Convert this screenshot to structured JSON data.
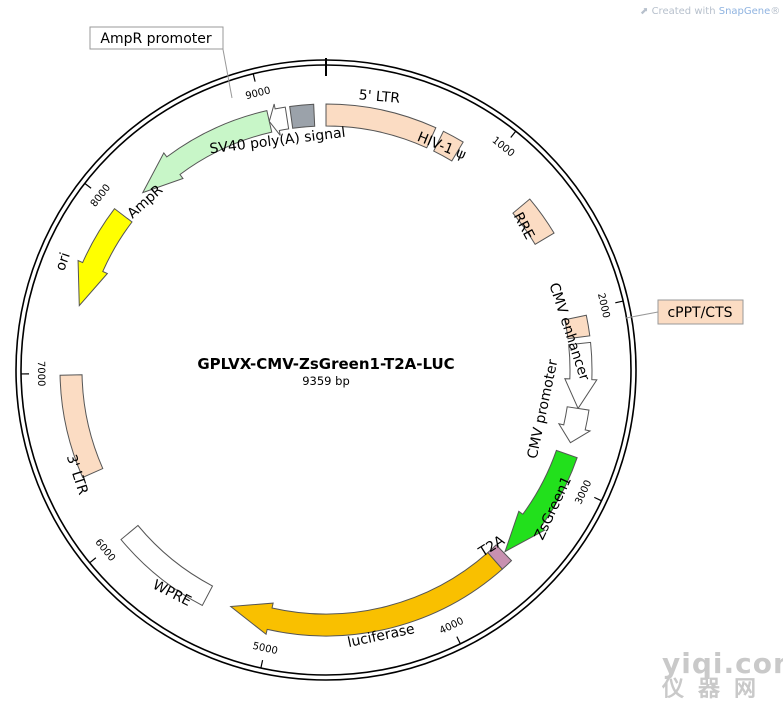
{
  "header": {
    "watermark_prefix": "Created with ",
    "watermark_brand": "SnapGene",
    "watermark_mark": "®"
  },
  "plasmid": {
    "name": "GPLVX-CMV-ZsGreen1-T2A-LUC",
    "size_label": "9359 bp",
    "total_bp": 9359
  },
  "ticks": [
    {
      "bp": 1000,
      "label": "1000"
    },
    {
      "bp": 2000,
      "label": "2000"
    },
    {
      "bp": 3000,
      "label": "3000"
    },
    {
      "bp": 4000,
      "label": "4000"
    },
    {
      "bp": 5000,
      "label": "5000"
    },
    {
      "bp": 6000,
      "label": "6000"
    },
    {
      "bp": 7000,
      "label": "7000"
    },
    {
      "bp": 8000,
      "label": "8000"
    },
    {
      "bp": 9000,
      "label": "9000"
    }
  ],
  "features": [
    {
      "id": "ltr5",
      "label": "5' LTR",
      "start": 0,
      "end": 634,
      "direction": "none",
      "color": "#fbdcc3"
    },
    {
      "id": "hiv1psi",
      "label": "HIV-1 ψ",
      "start": 681,
      "end": 807,
      "direction": "none",
      "color": "#fbdcc3"
    },
    {
      "id": "rre",
      "label": "RRE",
      "start": 1300,
      "end": 1534,
      "direction": "none",
      "color": "#fbdcc3"
    },
    {
      "id": "cppt",
      "label": "cPPT/CTS",
      "start": 2031,
      "end": 2148,
      "direction": "none",
      "color": "#fbdcc3"
    },
    {
      "id": "cmv_enh",
      "label": "CMV enhancer",
      "start": 2185,
      "end": 2565,
      "direction": "cw",
      "color": "#ffffff"
    },
    {
      "id": "cmv_prom",
      "label": "CMV promoter",
      "start": 2565,
      "end": 2770,
      "direction": "cw",
      "color": "#ffffff"
    },
    {
      "id": "zsgreen1",
      "label": "ZsGreen1",
      "start": 2840,
      "end": 3520,
      "direction": "cw",
      "color": "#22e01c"
    },
    {
      "id": "t2a",
      "label": "T2A",
      "start": 3530,
      "end": 3600,
      "direction": "none",
      "color": "#c890b0"
    },
    {
      "id": "luciferase",
      "label": "luciferase",
      "start": 3600,
      "end": 5250,
      "direction": "cw",
      "color": "#f9c000"
    },
    {
      "id": "wpre",
      "label": "WPRE",
      "start": 5400,
      "end": 5990,
      "direction": "none",
      "color": "#ffffff"
    },
    {
      "id": "ltr3",
      "label": "3' LTR",
      "start": 6400,
      "end": 6990,
      "direction": "none",
      "color": "#fbdcc3"
    },
    {
      "id": "ori",
      "label": "ori",
      "start": 7400,
      "end": 7990,
      "direction": "ccw",
      "color": "#ffff00"
    },
    {
      "id": "ampr",
      "label": "AmpR",
      "start": 8165,
      "end": 9025,
      "direction": "ccw",
      "color": "#c8f6c8"
    },
    {
      "id": "ampr_prom",
      "label": "AmpR promoter",
      "start": 9025,
      "end": 9130,
      "direction": "ccw",
      "color": "#ffffff"
    },
    {
      "id": "sv40pa",
      "label": "SV40 poly(A) signal",
      "start": 9155,
      "end": 9290,
      "direction": "none",
      "color": "#9ba2aa"
    }
  ],
  "colors": {
    "backbone": "#000000",
    "feature_stroke": "#555555",
    "title": "#000000"
  },
  "corner_logo": {
    "line1": "yiqi.com",
    "line2": "仪器网"
  }
}
